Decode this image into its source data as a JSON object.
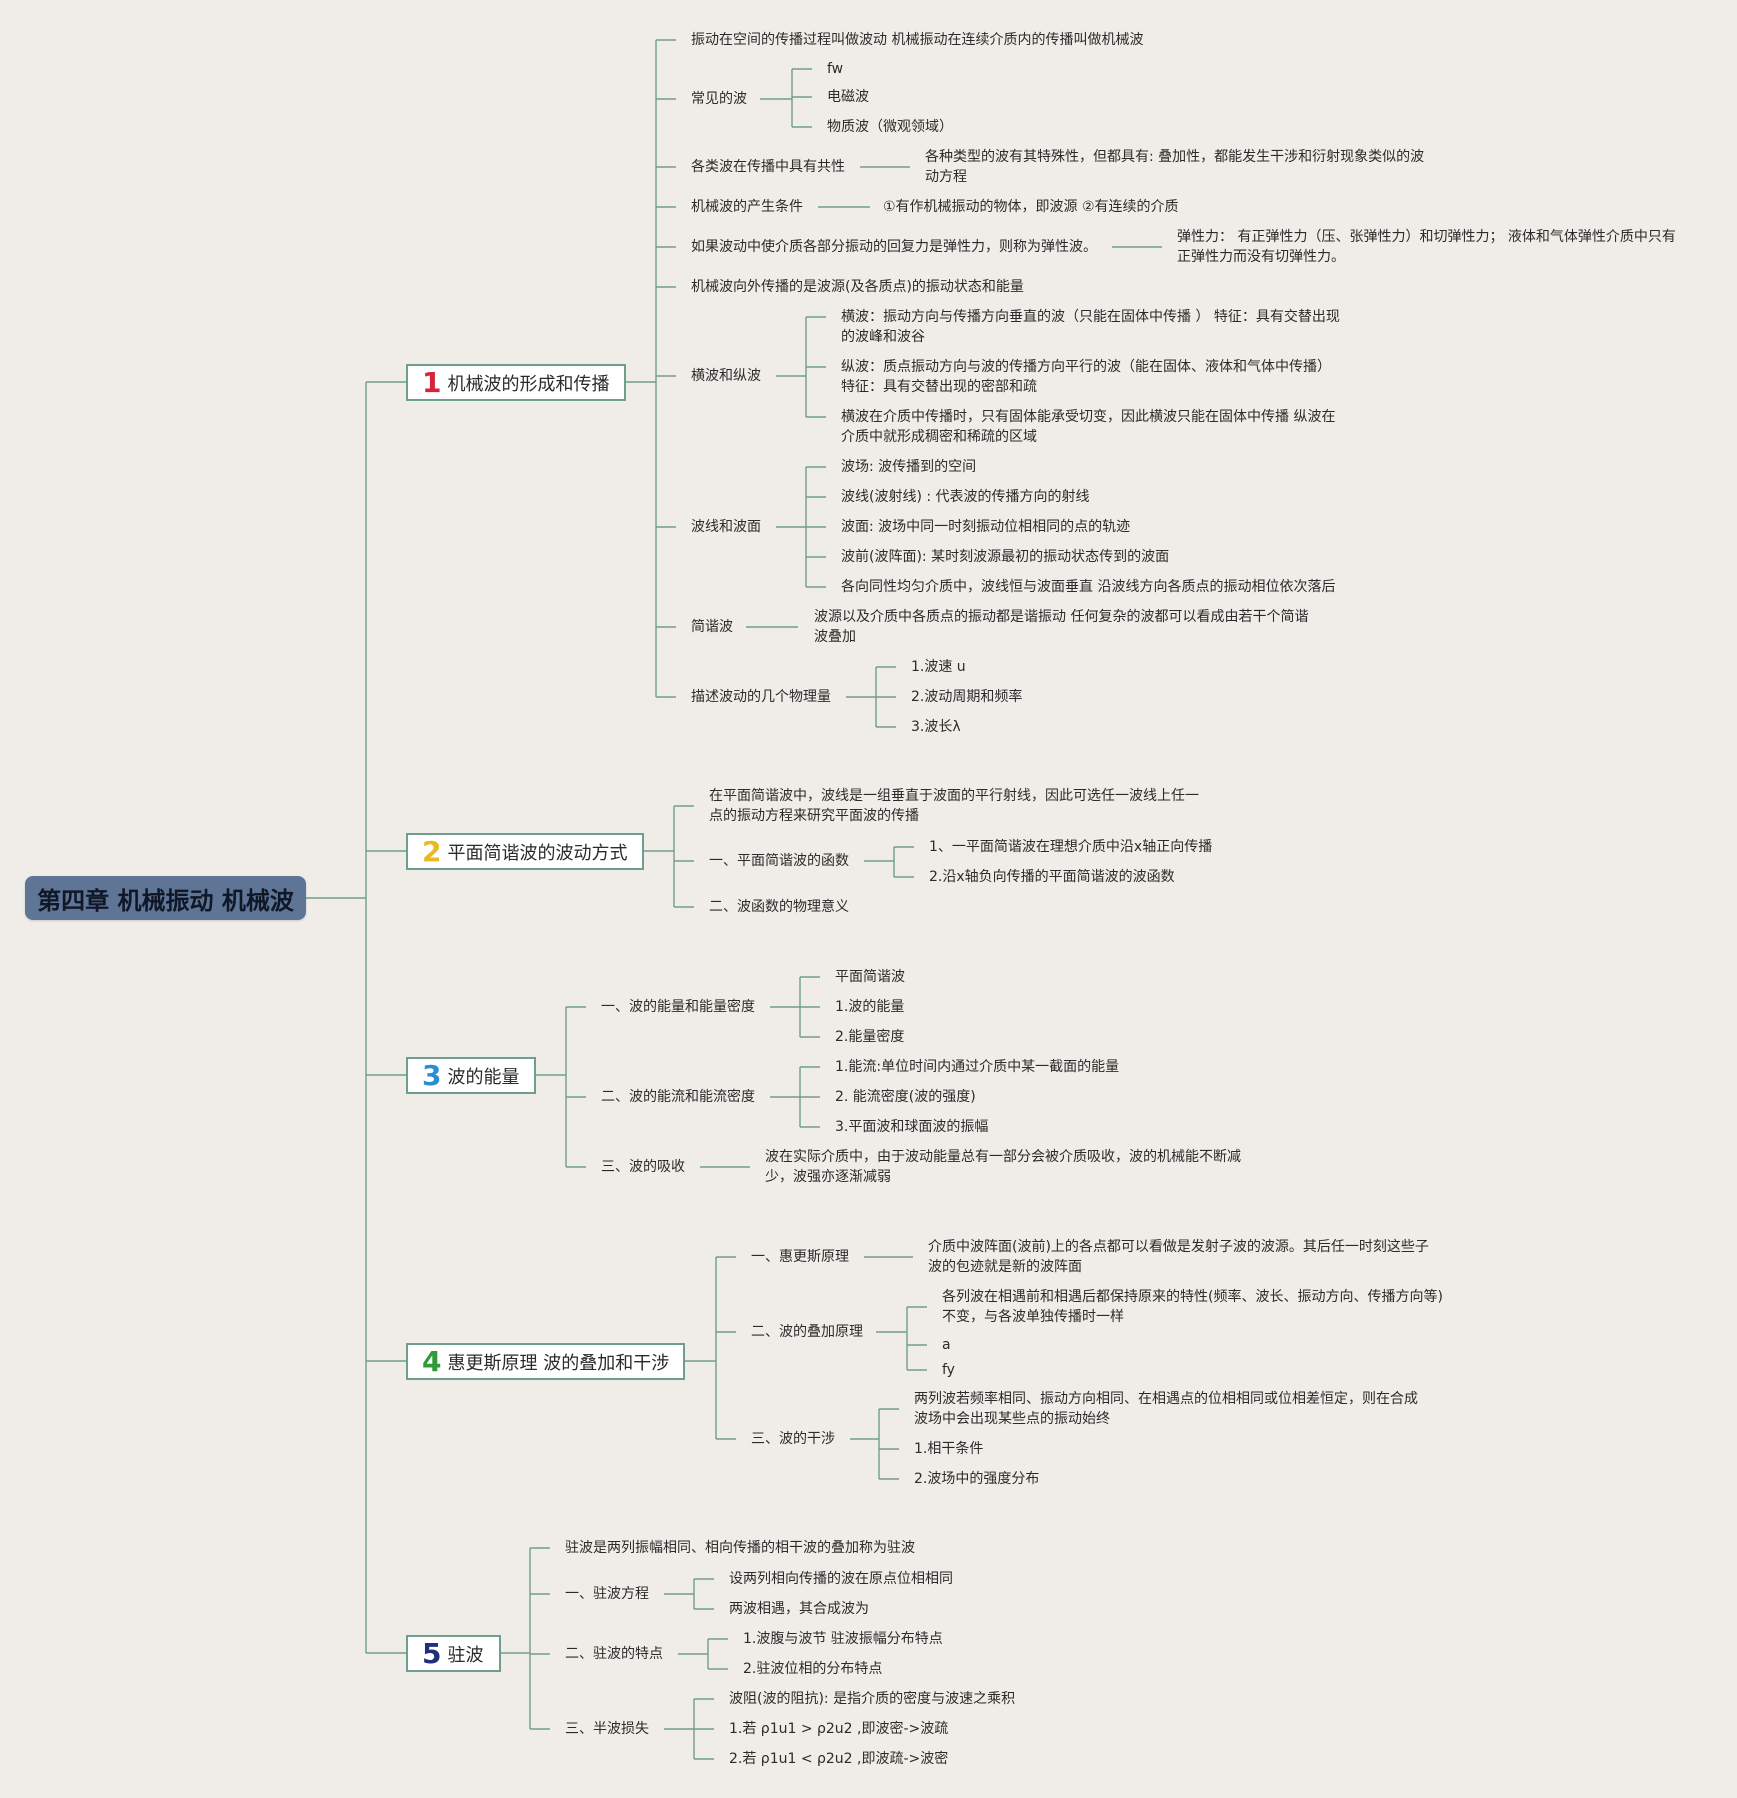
{
  "root": {
    "label": "第四章 机械振动 机械波"
  },
  "s1": {
    "num": "1",
    "num_color": "#d6223a",
    "title": "机械波的形成和传播",
    "n1": "振动在空间的传播过程叫做波动 机械振动在连续介质内的传播叫做机械波",
    "n2": "常见的波",
    "n2a": "fw",
    "n2b": "电磁波",
    "n2c": "物质波（微观领域）",
    "n3": "各类波在传播中具有共性",
    "n3a": "各种类型的波有其特殊性，但都具有: 叠加性，都能发生干涉和衍射现象类似的波动方程",
    "n4": "机械波的产生条件",
    "n4a": "①有作机械振动的物体，即波源 ②有连续的介质",
    "n5": "如果波动中使介质各部分振动的回复力是弹性力，则称为弹性波。",
    "n5a": "弹性力： 有正弹性力（压、张弹性力）和切弹性力； 液体和气体弹性介质中只有正弹性力而没有切弹性力。",
    "n6": "机械波向外传播的是波源(及各质点)的振动状态和能量",
    "n7": "横波和纵波",
    "n7a": "横波：振动方向与传播方向垂直的波（只能在固体中传播 ） 特征：具有交替出现的波峰和波谷",
    "n7b": "纵波：质点振动方向与波的传播方向平行的波（能在固体、液体和气体中传播） 特征：具有交替出现的密部和疏",
    "n7c": "横波在介质中传播时，只有固体能承受切变，因此横波只能在固体中传播 纵波在介质中就形成稠密和稀疏的区域",
    "n8": "波线和波面",
    "n8a": "波场: 波传播到的空间",
    "n8b": "波线(波射线) : 代表波的传播方向的射线",
    "n8c": "波面: 波场中同一时刻振动位相相同的点的轨迹",
    "n8d": "波前(波阵面): 某时刻波源最初的振动状态传到的波面",
    "n8e": "各向同性均匀介质中，波线恒与波面垂直 沿波线方向各质点的振动相位依次落后",
    "n9": "简谐波",
    "n9a": "波源以及介质中各质点的振动都是谐振动 任何复杂的波都可以看成由若干个简谐波叠加",
    "n10": "描述波动的几个物理量",
    "n10a": "1.波速 u",
    "n10b": "2.波动周期和频率",
    "n10c": "3.波长λ"
  },
  "s2": {
    "num": "2",
    "num_color": "#e8b923",
    "title": "平面简谐波的波动方式",
    "n1": "在平面简谐波中，波线是一组垂直于波面的平行射线，因此可选任一波线上任一点的振动方程来研究平面波的传播",
    "n2": "一、平面简谐波的函数",
    "n2a": "1、一平面简谐波在理想介质中沿x轴正向传播",
    "n2b": "2.沿x轴负向传播的平面简谐波的波函数",
    "n3": "二、波函数的物理意义"
  },
  "s3": {
    "num": "3",
    "num_color": "#2a8fd0",
    "title": "波的能量",
    "n1": "一、波的能量和能量密度",
    "n1a": "平面简谐波",
    "n1b": "1.波的能量",
    "n1c": "2.能量密度",
    "n2": "二、波的能流和能流密度",
    "n2a": "1.能流:单位时间内通过介质中某一截面的能量",
    "n2b": "2. 能流密度(波的强度)",
    "n2c": "3.平面波和球面波的振幅",
    "n3": "三、波的吸收",
    "n3a": "波在实际介质中，由于波动能量总有一部分会被介质吸收，波的机械能不断减少，波强亦逐渐减弱"
  },
  "s4": {
    "num": "4",
    "num_color": "#2f9a3a",
    "title": "惠更斯原理 波的叠加和干涉",
    "n1": "一、惠更斯原理",
    "n1a": "介质中波阵面(波前)上的各点都可以看做是发射子波的波源。其后任一时刻这些子波的包迹就是新的波阵面",
    "n2": "二、波的叠加原理",
    "n2a": "各列波在相遇前和相遇后都保持原来的特性(频率、波长、振动方向、传播方向等)不变，与各波单独传播时一样",
    "n2b": "a",
    "n2c": "fy",
    "n3": "三、波的干涉",
    "n3a": "两列波若频率相同、振动方向相同、在相遇点的位相相同或位相差恒定，则在合成波场中会出现某些点的振动始终",
    "n3b": "1.相干条件",
    "n3c": "2.波场中的强度分布"
  },
  "s5": {
    "num": "5",
    "num_color": "#1f2f7a",
    "title": "驻波",
    "n1": "驻波是两列振幅相同、相向传播的相干波的叠加称为驻波",
    "n2": "一、驻波方程",
    "n2a": "设两列相向传播的波在原点位相相同",
    "n2b": "两波相遇，其合成波为",
    "n3": "二、驻波的特点",
    "n3a": "1.波腹与波节    驻波振幅分布特点",
    "n3b": "2.驻波位相的分布特点",
    "n4": "三、半波损失",
    "n4a": "波阻(波的阻抗): 是指介质的密度与波速之乘积",
    "n4b": "1.若 ρ1u1 > ρ2u2 ,即波密->波疏",
    "n4c": "2.若 ρ1u1 < ρ2u2 ,即波疏->波密"
  }
}
